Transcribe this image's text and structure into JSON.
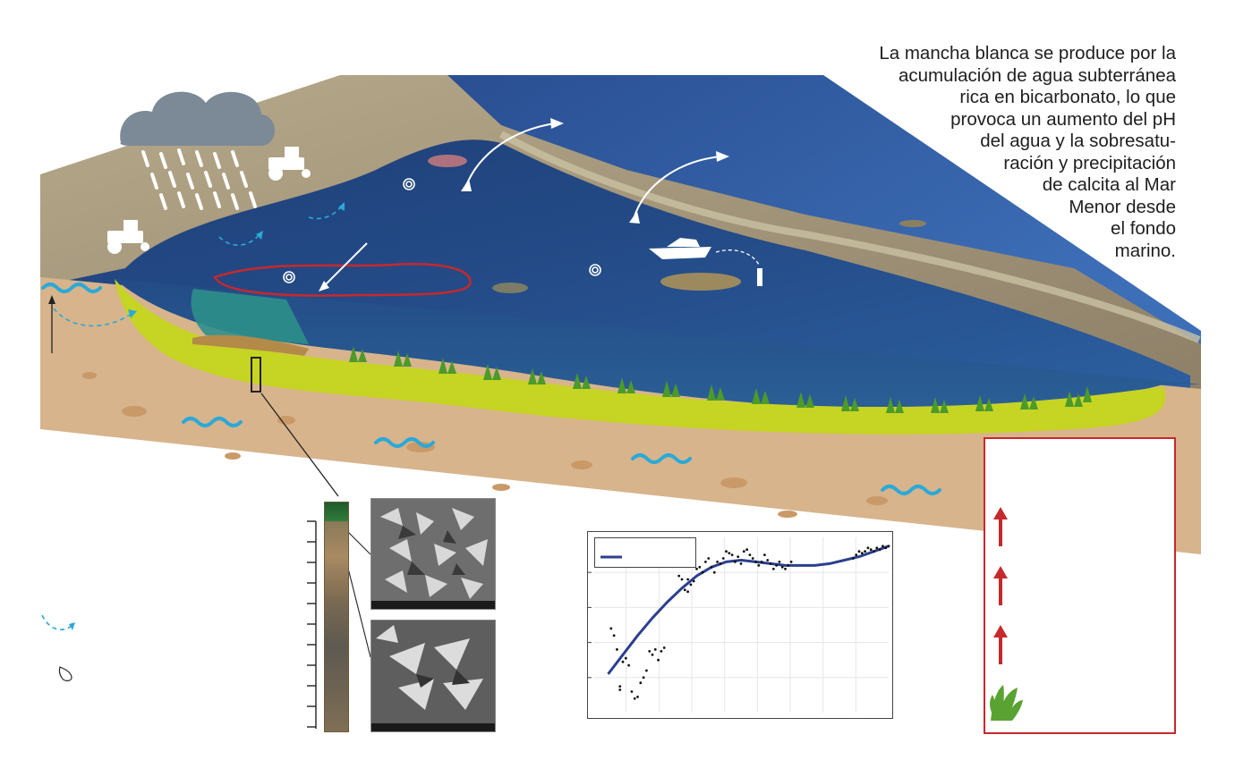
{
  "caption": {
    "text": "La mancha blanca se produce por la\nacumulación de agua subterránea\nrica en bicarbonato, lo que\nprovoca un aumento del pH\ndel agua y la sobresatu-\nración y precipitación\nde calcita al Mar\nMenor desde\nel fondo\nmarino."
  },
  "colors": {
    "sea_deep": "#1f3f78",
    "sea_mid": "#25548f",
    "sea_shallow": "#2a6f8f",
    "land": "#9a8a6a",
    "soil": "#d7b48c",
    "soil_dots": "#c99a68",
    "sediment": "#c6d423",
    "seagrass": "#4c9a2a",
    "groundwater": "#2ba9d8",
    "cloud": "#7b8a96",
    "rain": "#ffffff",
    "plume_outline": "#c7282c",
    "plume_water": "#2e8f8a",
    "legend_border": "#c7282c",
    "legend_arrow": "#c7282c",
    "fit_line": "#2a3f8f",
    "data_points": "#111111"
  },
  "icons": [
    "cloud-icon",
    "rain-icon",
    "tractor-icon",
    "boat-icon",
    "buoy-icon",
    "current-arrow-icon",
    "groundwater-wave-icon",
    "seagrass-icon",
    "up-arrow-icon",
    "dashed-arrow-icon",
    "droplet-icon",
    "circle-marker-icon"
  ],
  "legend": {
    "arrows": 3,
    "entries": [
      "",
      "",
      "",
      ""
    ]
  },
  "chart_data": {
    "type": "scatter",
    "title": "",
    "xlabel": "",
    "ylabel": "",
    "xlim": [
      0,
      100
    ],
    "ylim": [
      0,
      100
    ],
    "grid": true,
    "legend_position": "top-left",
    "series": [
      {
        "kind": "points",
        "x": [
          6,
          7,
          8,
          9,
          9,
          10,
          11,
          12,
          13,
          14,
          15,
          16,
          17,
          18,
          19,
          20,
          21,
          22,
          23,
          24,
          28,
          29,
          30,
          31,
          32,
          32,
          33,
          34,
          35,
          36,
          37,
          38,
          39,
          40,
          41,
          42,
          43,
          44,
          45,
          46,
          47,
          48,
          49,
          50,
          51,
          52,
          53,
          54,
          55,
          56,
          57,
          58,
          59,
          60,
          61,
          62,
          63,
          64,
          65,
          66,
          67,
          88,
          89,
          90,
          91,
          92,
          93,
          94,
          95,
          96,
          97,
          98,
          99,
          100
        ],
        "y": [
          48,
          44,
          36,
          15,
          13,
          29,
          31,
          27,
          12,
          8,
          9,
          17,
          20,
          24,
          35,
          33,
          36,
          30,
          35,
          37,
          86,
          78,
          76,
          70,
          69,
          76,
          73,
          75,
          82,
          83,
          80,
          86,
          88,
          83,
          80,
          86,
          85,
          88,
          92,
          91,
          90,
          86,
          89,
          85,
          92,
          93,
          90,
          88,
          86,
          84,
          86,
          90,
          87,
          85,
          82,
          84,
          86,
          83,
          82,
          84,
          86,
          88,
          90,
          92,
          91,
          92,
          94,
          93,
          92,
          94,
          93,
          95,
          94,
          95
        ]
      },
      {
        "kind": "fit",
        "x": [
          5,
          10,
          15,
          20,
          25,
          30,
          35,
          40,
          45,
          50,
          55,
          60,
          65,
          70,
          75,
          80,
          85,
          90,
          95,
          100
        ],
        "y": [
          22,
          33,
          44,
          54,
          63,
          71,
          78,
          83,
          86,
          87,
          86,
          85,
          84,
          84,
          84,
          85,
          87,
          89,
          92,
          95
        ]
      }
    ]
  }
}
